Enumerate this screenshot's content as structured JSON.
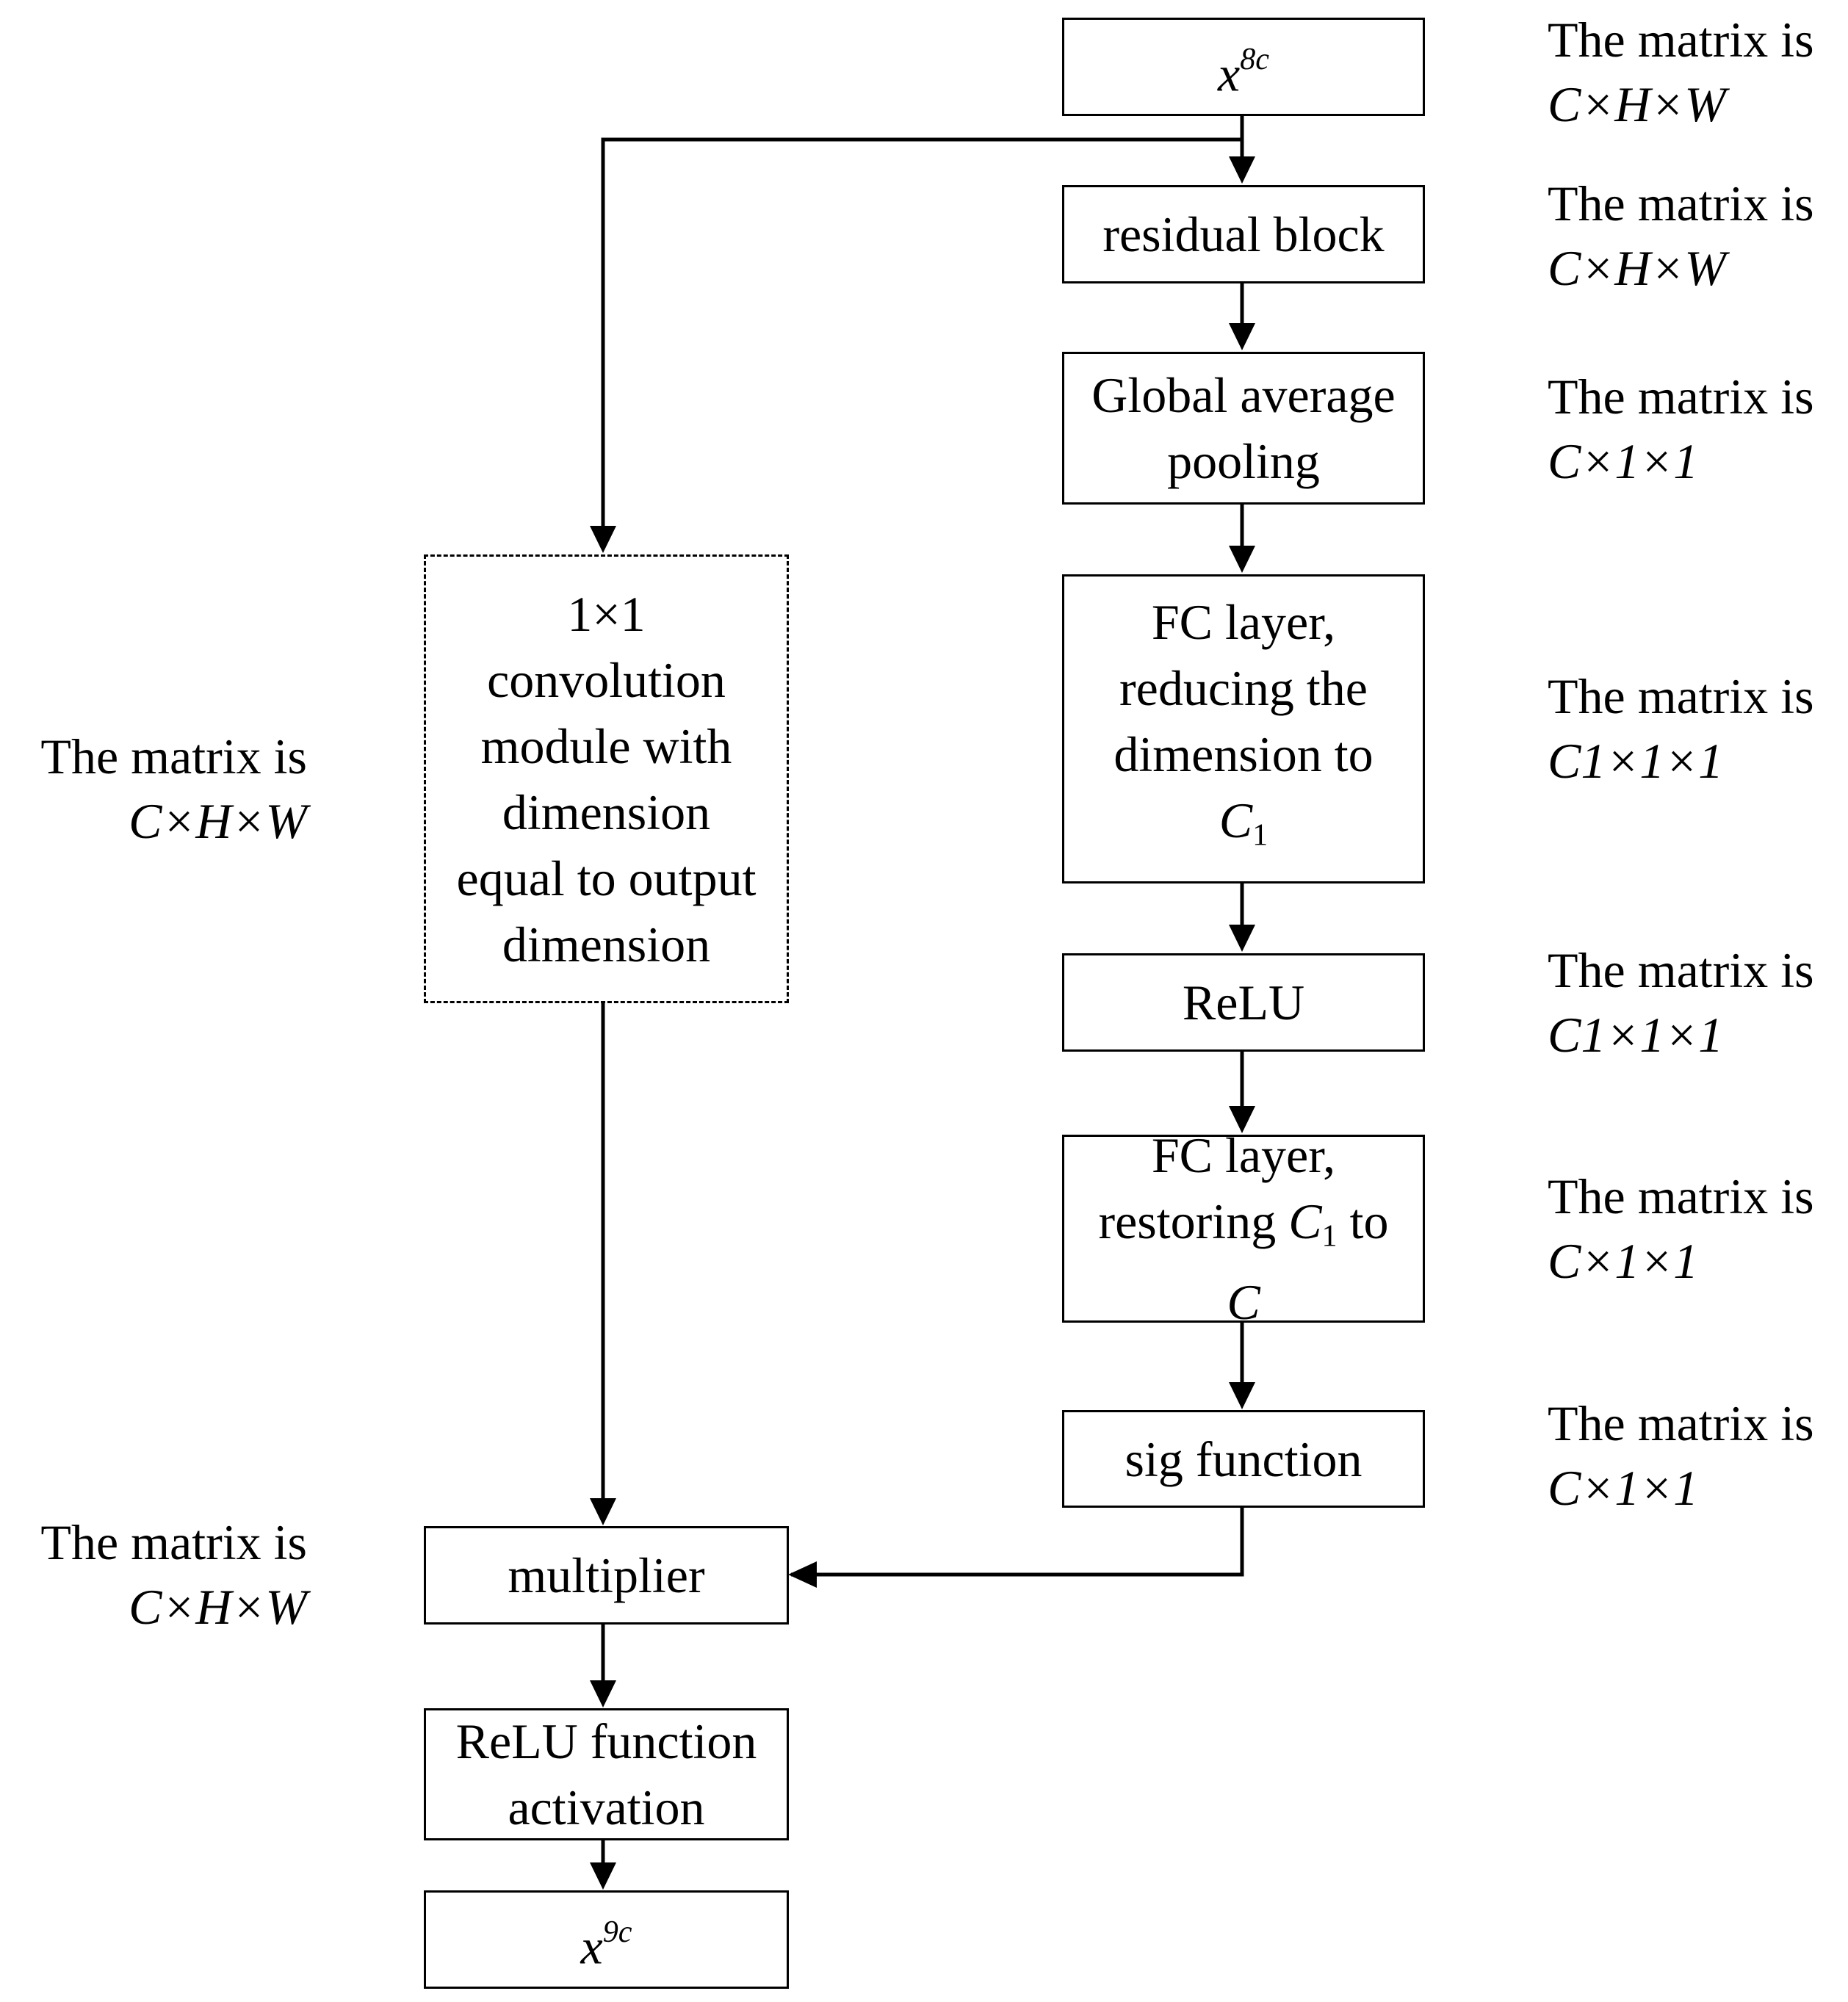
{
  "nodes": {
    "input": {
      "var": "x",
      "sup": "8c"
    },
    "residual": {
      "label": "residual block"
    },
    "gap": {
      "line1": "Global average",
      "line2": "pooling"
    },
    "fc1": {
      "line1": "FC layer,",
      "line2": "reducing the",
      "line3": "dimension to",
      "var": "C",
      "sub": "1"
    },
    "relu": {
      "label": "ReLU"
    },
    "fc2": {
      "line1": "FC layer,",
      "line2a": "restoring ",
      "var": "C",
      "sub": "1",
      "line2b": " to",
      "line3": "C"
    },
    "sig": {
      "label": "sig function"
    },
    "conv": {
      "line1": "1×1",
      "line2": "convolution",
      "line3": "module with",
      "line4": "dimension",
      "line5": "equal to output",
      "line6": "dimension"
    },
    "multiplier": {
      "label": "multiplier"
    },
    "relu_act": {
      "line1": "ReLU function",
      "line2": "activation"
    },
    "output": {
      "var": "x",
      "sup": "9c"
    }
  },
  "annotations": {
    "prefix": "The matrix is",
    "input": "C×H×W",
    "residual": "C×H×W",
    "gap": "C×1×1",
    "fc1": "C1×1×1",
    "relu": "C1×1×1",
    "fc2": "C×1×1",
    "sig": "C×1×1",
    "conv": "C×H×W",
    "multiplier": "C×H×W"
  }
}
